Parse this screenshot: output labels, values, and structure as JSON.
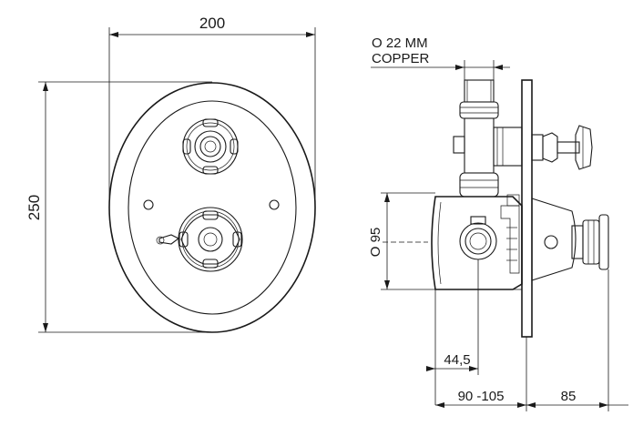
{
  "dimensions": {
    "front_width": "200",
    "front_height": "250",
    "pipe_line1": "O 22 MM",
    "pipe_line2": "COPPER",
    "body_diameter": "O 95",
    "depth_inner": "44,5",
    "depth_range": "90 -105",
    "handle_projection": "85"
  }
}
